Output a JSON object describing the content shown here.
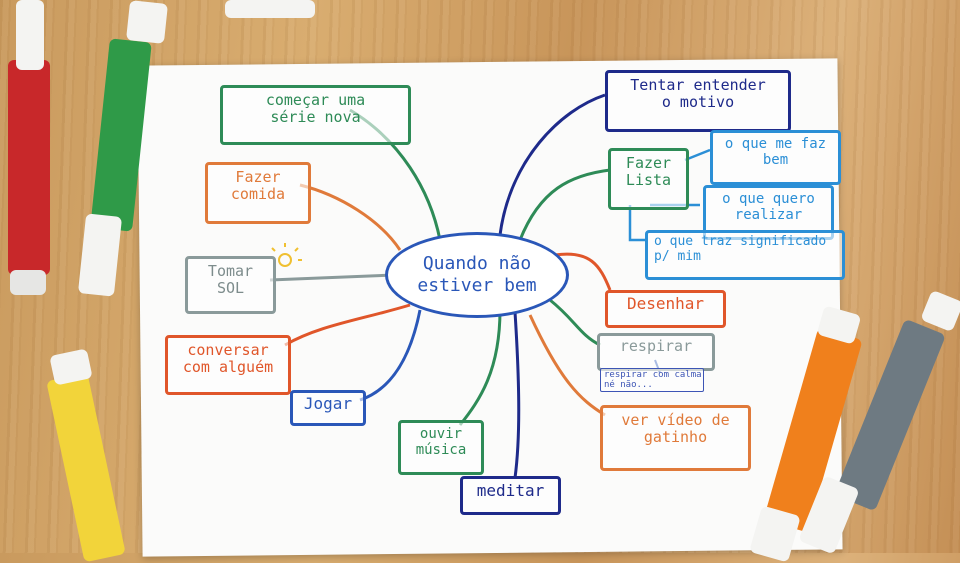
{
  "center": "Quando não\nestiver bem",
  "nodes": {
    "serie": "começar uma\nsérie nova",
    "comida": "Fazer\ncomida",
    "sol": "Tomar\nSOL",
    "conversar": "conversar\ncom alguém",
    "jogar": "Jogar",
    "musica": "ouvir\nmúsica",
    "meditar": "meditar",
    "video": "ver vídeo de\ngatinho",
    "respirar": "respirar",
    "respirar_note": "respirar com calma\nné não...",
    "desenhar": "Desenhar",
    "motivo": "Tentar entender\no motivo",
    "lista": "Fazer\nLista",
    "faz_bem": "o que me faz\nbem",
    "realizar": "o que quero\nrealizar",
    "significado": "o que traz significado\np/ mim"
  },
  "colors": {
    "green": "#2e8b57",
    "blue": "#2a57b8",
    "navy": "#1e2a8a",
    "orange": "#e07a3a",
    "red_orange": "#e0562a",
    "light_blue": "#2b8fd6",
    "gray": "#8a9a9a"
  }
}
